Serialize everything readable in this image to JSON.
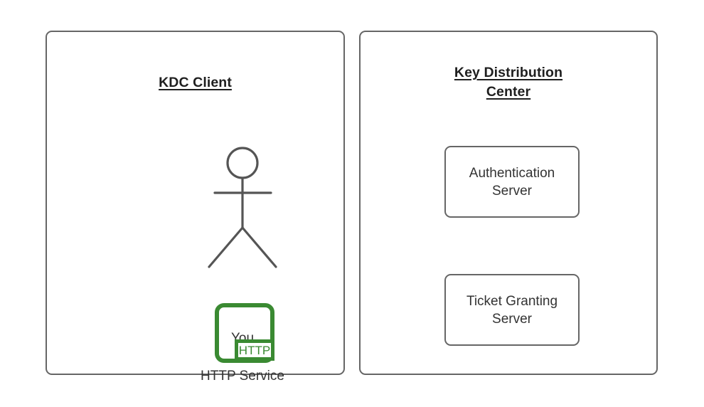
{
  "diagram": {
    "panels": [
      {
        "id": "kdc-client",
        "title": "KDC Client",
        "actor": {
          "icon": "stick-figure-icon",
          "label": "You"
        },
        "service": {
          "icon": "http-service-icon",
          "badge": "HTTP",
          "label": "HTTP Service"
        }
      },
      {
        "id": "key-distribution-center",
        "title_line1": "Key Distribution",
        "title_line2": "Center",
        "boxes": [
          {
            "line1": "Authentication",
            "line2": "Server"
          },
          {
            "line1": "Ticket Granting",
            "line2": "Server"
          }
        ]
      }
    ],
    "colors": {
      "stroke": "#666666",
      "text": "#333333",
      "title_text": "#1f1f1f",
      "http_green": "#3a8a32",
      "background": "#ffffff"
    }
  }
}
